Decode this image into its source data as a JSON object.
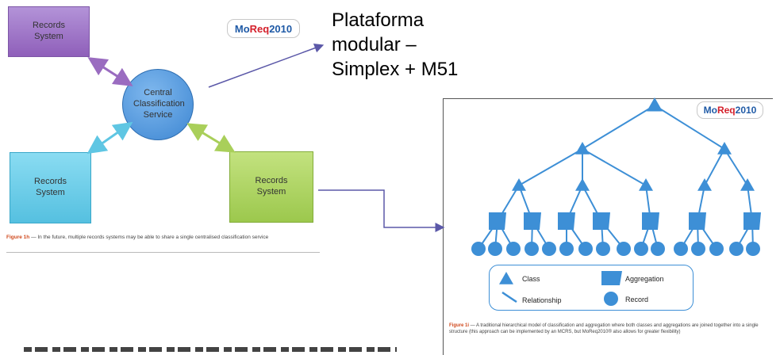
{
  "left_diagram": {
    "logo": {
      "mo": "Mo",
      "req": "Req",
      "yr": "2010"
    },
    "center_label": "Central Classification Service",
    "boxes": {
      "top_left": "Records System",
      "bottom_left": "Records System",
      "bottom_right": "Records System"
    },
    "caption_fig": "Figure 1h",
    "caption_text": " — In the future, multiple records systems may be able to share a single centralised classification service"
  },
  "heading": {
    "line1": "Plataforma",
    "line2": "modular –",
    "line3": "Simplex + M51"
  },
  "right_diagram": {
    "logo": {
      "mo": "Mo",
      "req": "Req",
      "yr": "2010"
    },
    "legend": {
      "class": "Class",
      "aggregation": "Aggregation",
      "relationship": "Relationship",
      "record": "Record"
    },
    "caption_fig": "Figure 1i",
    "caption_text": " — A traditional hierarchical model of classification and aggregation where both classes and aggregations are joined together into a single structure (this approach can be implemented by an MCRS, but MoReq2010® also allows for greater flexibility)"
  },
  "colors": {
    "purple": "#9a6cc0",
    "cyan": "#5fc6e3",
    "green": "#a9cf5a",
    "blue": "#3d8fd6",
    "connector": "#5b58a8"
  }
}
